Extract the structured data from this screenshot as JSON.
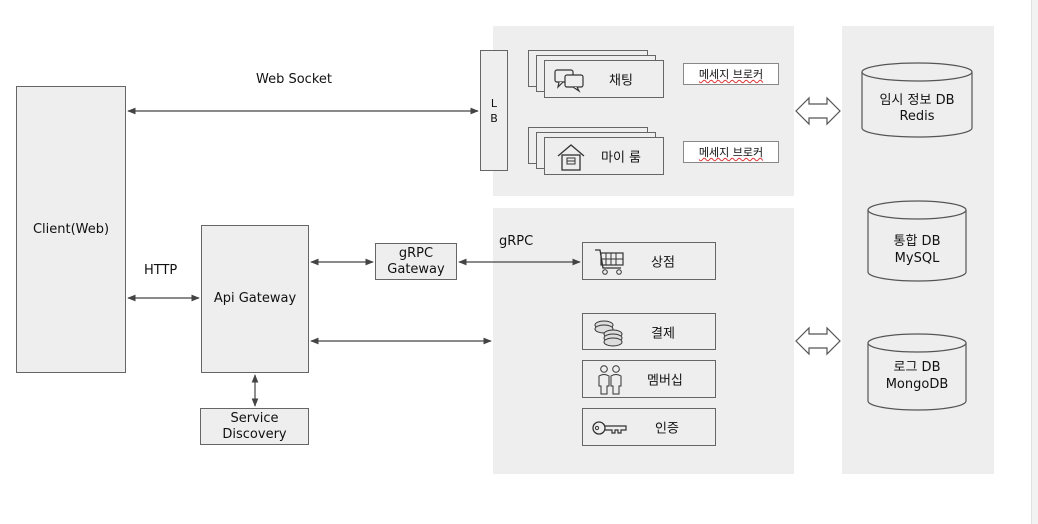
{
  "client": {
    "label": "Client(Web)"
  },
  "lb": {
    "line1": "L",
    "line2": "B"
  },
  "websocket_label": "Web Socket",
  "http_label": "HTTP",
  "grpc_label": "gRPC",
  "api_gateway": {
    "label": "Api Gateway"
  },
  "grpc_gateway": {
    "line1": "gRPC",
    "line2": "Gateway"
  },
  "service_discovery": {
    "line1": "Service",
    "line2": "Discovery"
  },
  "realtime_services": [
    {
      "label": "채팅",
      "icon": "chat-icon",
      "broker": "메세지 브로커"
    },
    {
      "label": "마이 룸",
      "icon": "home-icon",
      "broker": "메세지 브로커"
    }
  ],
  "api_services": [
    {
      "label": "상점",
      "icon": "cart-icon"
    },
    {
      "label": "결제",
      "icon": "coins-icon"
    },
    {
      "label": "멤버십",
      "icon": "people-icon"
    },
    {
      "label": "인증",
      "icon": "key-icon"
    }
  ],
  "databases": [
    {
      "line1": "임시 정보 DB",
      "line2": "Redis"
    },
    {
      "line1": "통합 DB",
      "line2": "MySQL"
    },
    {
      "line1": "로그 DB",
      "line2": "MongoDB"
    }
  ],
  "colors": {
    "panel": "#eeeeee",
    "stroke": "#555555",
    "broker_squiggle": "#d33333"
  }
}
